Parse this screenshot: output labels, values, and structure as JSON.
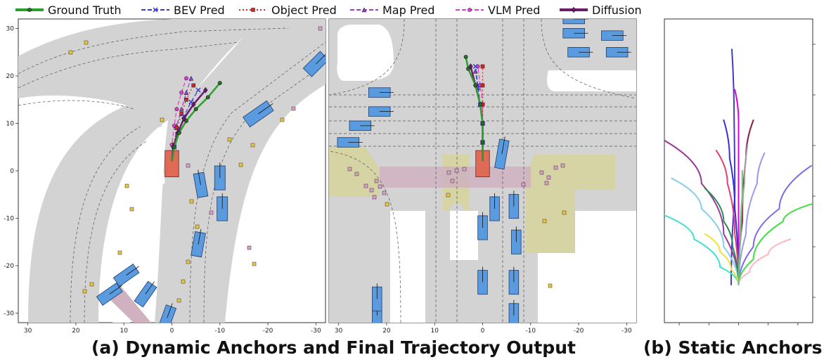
{
  "legend": [
    {
      "label": "Ground Truth",
      "color": "#2ca02c",
      "dash": "",
      "marker": "circle",
      "width": 4
    },
    {
      "label": "BEV Pred",
      "color": "#3b3bd6",
      "dash": "6,3",
      "marker": "x",
      "width": 2
    },
    {
      "label": "Object Pred",
      "color": "#d62728",
      "dash": "2,3",
      "marker": "square",
      "width": 2
    },
    {
      "label": "Map Pred",
      "color": "#9b3fd1",
      "dash": "6,3",
      "marker": "triangle",
      "width": 2
    },
    {
      "label": "VLM Pred",
      "color": "#e040d0",
      "dash": "6,3",
      "marker": "pentagon",
      "width": 2
    },
    {
      "label": "Diffusion",
      "color": "#6a1b6a",
      "dash": "",
      "marker": "diamond",
      "width": 4
    }
  ],
  "captions": {
    "a": "(a)  Dynamic Anchors and Final Trajectory Output",
    "b": "(b)  Static Anchors"
  },
  "colors": {
    "road": "#d3d3d3",
    "crosswalk": "#cfb1c0",
    "walkway": "#d6d3a4",
    "vehicle": "#5a9be0",
    "ego": "#e06a55",
    "pedestrian": "#d9a0c8",
    "cyclist": "#e8c840"
  },
  "chart_data": [
    {
      "type": "line",
      "panel": "left",
      "xlim": [
        32,
        -32
      ],
      "ylim": [
        -32,
        32
      ],
      "xticks": [
        30,
        20,
        10,
        0,
        -10,
        -20,
        -30
      ],
      "yticks": [
        30,
        20,
        10,
        0,
        -10,
        -20,
        -30
      ],
      "ego": {
        "x": 0,
        "y": 1.5,
        "w": 2.2,
        "h": 5
      },
      "series": [
        {
          "name": "Ground Truth",
          "points": [
            [
              0,
              2
            ],
            [
              -0.5,
              5
            ],
            [
              -1.5,
              8
            ],
            [
              -3,
              10.5
            ],
            [
              -5,
              13
            ],
            [
              -7.5,
              15.5
            ],
            [
              -10,
              18.5
            ]
          ]
        },
        {
          "name": "BEV Pred",
          "points": [
            [
              0,
              2
            ],
            [
              -0.5,
              5
            ],
            [
              -1.5,
              8.5
            ],
            [
              -2.5,
              11.5
            ],
            [
              -4,
              14.5
            ],
            [
              -5.5,
              17
            ]
          ]
        },
        {
          "name": "Object Pred",
          "points": [
            [
              0,
              2
            ],
            [
              -0.5,
              5.5
            ],
            [
              -1,
              9
            ],
            [
              -2,
              12
            ],
            [
              -3,
              15
            ],
            [
              -4.5,
              18
            ]
          ]
        },
        {
          "name": "Map Pred",
          "points": [
            [
              0,
              2
            ],
            [
              -0.5,
              5.5
            ],
            [
              -1,
              9.5
            ],
            [
              -2,
              13
            ],
            [
              -3,
              16.5
            ],
            [
              -4,
              19.5
            ]
          ]
        },
        {
          "name": "VLM Pred",
          "points": [
            [
              0,
              2
            ],
            [
              0,
              5.5
            ],
            [
              -0.5,
              9.5
            ],
            [
              -1,
              13
            ],
            [
              -2,
              16.5
            ],
            [
              -3,
              19.5
            ]
          ]
        },
        {
          "name": "Diffusion",
          "points": [
            [
              0,
              2
            ],
            [
              -0.3,
              5
            ],
            [
              -1.2,
              8
            ],
            [
              -2.5,
              11
            ],
            [
              -4.5,
              14
            ],
            [
              -7,
              17
            ]
          ]
        }
      ],
      "vehicles": [
        {
          "x": 13,
          "y": -26,
          "w": 2.2,
          "h": 5,
          "angle": 55
        },
        {
          "x": 9.5,
          "y": -22,
          "w": 2.2,
          "h": 5,
          "angle": 55
        },
        {
          "x": 5.5,
          "y": -26,
          "w": 2.2,
          "h": 5,
          "angle": 35
        },
        {
          "x": 1,
          "y": -31,
          "w": 2.2,
          "h": 5,
          "angle": 20
        },
        {
          "x": -5.5,
          "y": -15.5,
          "w": 2.2,
          "h": 5,
          "angle": 10
        },
        {
          "x": -6,
          "y": -3,
          "w": 2.2,
          "h": 5,
          "angle": -10
        },
        {
          "x": -10,
          "y": -1.5,
          "w": 2.2,
          "h": 5,
          "angle": 0
        },
        {
          "x": -10.5,
          "y": -8,
          "w": 2.2,
          "h": 5,
          "angle": 0
        },
        {
          "x": -18,
          "y": 12,
          "w": 2.5,
          "h": 6,
          "angle": 55
        },
        {
          "x": -30,
          "y": 22.5,
          "w": 2.5,
          "h": 5,
          "angle": 45
        }
      ]
    },
    {
      "type": "line",
      "panel": "middle",
      "xlim": [
        32,
        -32
      ],
      "ylim": [
        -32,
        32
      ],
      "xticks": [
        30,
        20,
        10,
        0,
        -10,
        -20,
        -30
      ],
      "ego": {
        "x": 0,
        "y": 1.5,
        "w": 2.2,
        "h": 5
      },
      "series": [
        {
          "name": "Ground Truth",
          "points": [
            [
              0,
              2
            ],
            [
              0,
              6
            ],
            [
              0,
              10
            ],
            [
              0.5,
              14
            ],
            [
              1.5,
              18
            ],
            [
              3,
              21.5
            ],
            [
              3.5,
              24
            ]
          ]
        },
        {
          "name": "BEV Pred",
          "points": [
            [
              0,
              2
            ],
            [
              0,
              6
            ],
            [
              0,
              10
            ],
            [
              0.5,
              14
            ],
            [
              1,
              18
            ],
            [
              1.5,
              22
            ]
          ]
        },
        {
          "name": "Object Pred",
          "points": [
            [
              0,
              2
            ],
            [
              0,
              6
            ],
            [
              0,
              10
            ],
            [
              0,
              14
            ],
            [
              0,
              18
            ],
            [
              0,
              22
            ]
          ]
        },
        {
          "name": "Map Pred",
          "points": [
            [
              0,
              2
            ],
            [
              0,
              6
            ],
            [
              0,
              10
            ],
            [
              0.5,
              14
            ],
            [
              1,
              17.5
            ],
            [
              1.5,
              21
            ]
          ]
        },
        {
          "name": "VLM Pred",
          "points": [
            [
              0,
              2
            ],
            [
              0,
              6
            ],
            [
              0,
              10
            ],
            [
              0,
              14
            ],
            [
              0.5,
              18
            ],
            [
              1,
              22
            ]
          ]
        },
        {
          "name": "Diffusion",
          "points": [
            [
              0,
              2
            ],
            [
              0,
              6
            ],
            [
              0,
              10
            ],
            [
              0.5,
              14
            ],
            [
              1.5,
              18
            ],
            [
              2.5,
              22
            ]
          ]
        }
      ],
      "vehicles": [
        {
          "x": 21.5,
          "y": 16.5,
          "w": 4.5,
          "h": 2,
          "angle": 0
        },
        {
          "x": 21.5,
          "y": 12.5,
          "w": 4.5,
          "h": 2,
          "angle": 0
        },
        {
          "x": 25.5,
          "y": 9.5,
          "w": 4.5,
          "h": 2,
          "angle": 0
        },
        {
          "x": 28,
          "y": 6,
          "w": 4.5,
          "h": 2,
          "angle": 0
        },
        {
          "x": -19,
          "y": 29,
          "w": 4.5,
          "h": 2,
          "angle": 0
        },
        {
          "x": -27,
          "y": 28.5,
          "w": 4.5,
          "h": 2,
          "angle": 0
        },
        {
          "x": -20,
          "y": 25,
          "w": 4.5,
          "h": 2,
          "angle": 0
        },
        {
          "x": -28,
          "y": 25,
          "w": 4.5,
          "h": 2,
          "angle": 0
        },
        {
          "x": -19,
          "y": 32,
          "w": 4.5,
          "h": 2,
          "angle": 0
        },
        {
          "x": -4,
          "y": 3.5,
          "w": 2,
          "h": 6,
          "angle": 10
        },
        {
          "x": -2.5,
          "y": -8,
          "w": 2,
          "h": 5,
          "angle": 0
        },
        {
          "x": -6.5,
          "y": -7.5,
          "w": 2,
          "h": 5,
          "angle": 0
        },
        {
          "x": 0,
          "y": -12,
          "w": 2,
          "h": 5,
          "angle": 0
        },
        {
          "x": -7,
          "y": -15,
          "w": 2,
          "h": 5,
          "angle": 0
        },
        {
          "x": 0,
          "y": -23.5,
          "w": 2,
          "h": 5,
          "angle": 0
        },
        {
          "x": -6.5,
          "y": -23.5,
          "w": 2,
          "h": 5,
          "angle": 0
        },
        {
          "x": 22,
          "y": -30.5,
          "w": 2,
          "h": 5,
          "angle": 0
        },
        {
          "x": 22,
          "y": -27,
          "w": 2,
          "h": 5,
          "angle": 0
        },
        {
          "x": -6.5,
          "y": -30.5,
          "w": 2,
          "h": 5,
          "angle": 0
        }
      ]
    },
    {
      "type": "line",
      "panel": "right",
      "xlim": [
        -1,
        1
      ],
      "ylim": [
        -0.1,
        1.1
      ],
      "series": [
        {
          "color": "#3f3fc0",
          "points": [
            [
              -0.1,
              0.05
            ],
            [
              -0.05,
              0.4
            ],
            [
              -0.06,
              0.7
            ],
            [
              -0.09,
              0.98
            ]
          ]
        },
        {
          "color": "#e000e0",
          "points": [
            [
              0,
              0.05
            ],
            [
              0,
              0.4
            ],
            [
              0,
              0.7
            ],
            [
              -0.05,
              0.82
            ]
          ]
        },
        {
          "color": "#8b1a3a",
          "points": [
            [
              0,
              0.05
            ],
            [
              0.05,
              0.3
            ],
            [
              0.1,
              0.55
            ],
            [
              0.2,
              0.7
            ]
          ]
        },
        {
          "color": "#3030e0",
          "points": [
            [
              0,
              0.05
            ],
            [
              -0.05,
              0.35
            ],
            [
              -0.12,
              0.55
            ],
            [
              -0.2,
              0.7
            ]
          ]
        },
        {
          "color": "#e04070",
          "points": [
            [
              0,
              0.05
            ],
            [
              -0.05,
              0.25
            ],
            [
              -0.15,
              0.45
            ],
            [
              -0.3,
              0.58
            ]
          ]
        },
        {
          "color": "#9a3a9a",
          "points": [
            [
              0,
              0.05
            ],
            [
              -0.2,
              0.25
            ],
            [
              -0.5,
              0.45
            ],
            [
              -1,
              0.62
            ]
          ]
        },
        {
          "color": "#7b68ee",
          "points": [
            [
              0,
              0.05
            ],
            [
              0.2,
              0.2
            ],
            [
              0.55,
              0.35
            ],
            [
              0.98,
              0.52
            ]
          ]
        },
        {
          "color": "#a0a0a0",
          "points": [
            [
              0,
              0.05
            ],
            [
              0.03,
              0.25
            ],
            [
              0.08,
              0.45
            ],
            [
              0.12,
              0.6
            ]
          ]
        },
        {
          "color": "#9a9af0",
          "points": [
            [
              0,
              0.05
            ],
            [
              0.1,
              0.25
            ],
            [
              0.25,
              0.45
            ],
            [
              0.35,
              0.57
            ]
          ]
        },
        {
          "color": "#87ceeb",
          "points": [
            [
              0,
              0.05
            ],
            [
              -0.2,
              0.2
            ],
            [
              -0.5,
              0.35
            ],
            [
              -0.9,
              0.47
            ]
          ]
        },
        {
          "color": "#2e8b57",
          "points": [
            [
              0,
              0.05
            ],
            [
              -0.08,
              0.2
            ],
            [
              -0.2,
              0.3
            ],
            [
              -0.45,
              0.43
            ]
          ]
        },
        {
          "color": "#40e040",
          "points": [
            [
              0,
              0.05
            ],
            [
              0.2,
              0.15
            ],
            [
              0.6,
              0.3
            ],
            [
              1,
              0.37
            ]
          ]
        },
        {
          "color": "#40e0d0",
          "points": [
            [
              0,
              0.05
            ],
            [
              -0.25,
              0.12
            ],
            [
              -0.6,
              0.23
            ],
            [
              -1.05,
              0.33
            ]
          ]
        },
        {
          "color": "#f0e040",
          "points": [
            [
              0,
              0.05
            ],
            [
              -0.1,
              0.11
            ],
            [
              -0.25,
              0.18
            ],
            [
              -0.45,
              0.25
            ]
          ]
        },
        {
          "color": "#ffb6c1",
          "points": [
            [
              0,
              0.05
            ],
            [
              0.15,
              0.1
            ],
            [
              0.4,
              0.17
            ],
            [
              0.7,
              0.23
            ]
          ]
        },
        {
          "color": "#70c070",
          "points": [
            [
              0,
              0.05
            ],
            [
              0.02,
              0.2
            ],
            [
              0.05,
              0.4
            ],
            [
              0.05,
              0.5
            ]
          ]
        }
      ]
    }
  ]
}
